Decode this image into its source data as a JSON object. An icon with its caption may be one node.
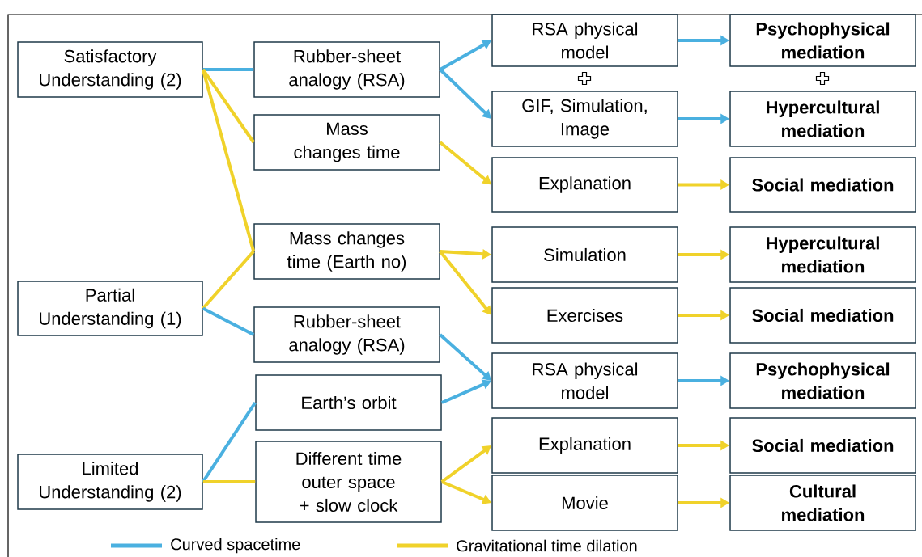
{
  "diagram": {
    "nodes": [
      {
        "text": [
          "Satisfactory Understanding (2)"
        ]
      },
      {
        "text": [
          "Partial Understanding (1)"
        ]
      },
      {
        "text": [
          "Limited Understanding (2)"
        ]
      },
      {
        "text": [
          "Rubber-sheet analogy (RSA)"
        ]
      },
      {
        "text": [
          "Mass changes time"
        ]
      },
      {
        "text": [
          "Mass changes time (Earth no)"
        ]
      },
      {
        "text": [
          "Rubber-sheet analogy (RSA)"
        ]
      },
      {
        "text": [
          "Earth’s orbit"
        ]
      },
      {
        "text": [
          "Different time outer space + slow clock"
        ]
      },
      {
        "text": [
          "RSA physical model"
        ]
      },
      {
        "text": [
          "GIF, Simulation, Image"
        ]
      },
      {
        "text": [
          "Explanation"
        ]
      },
      {
        "text": [
          "Simulation"
        ]
      },
      {
        "text": [
          "Exercises"
        ]
      },
      {
        "text": [
          "RSA physical model"
        ]
      },
      {
        "text": [
          "Explanation"
        ]
      },
      {
        "text": [
          "Movie"
        ]
      },
      {
        "text": [
          "Psychophysical mediation"
        ]
      },
      {
        "text": [
          "Hypercultural mediation"
        ]
      },
      {
        "text": [
          "Social mediation"
        ]
      },
      {
        "text": [
          "Hypercultural mediation"
        ]
      },
      {
        "text": [
          "Social mediation"
        ]
      },
      {
        "text": [
          "Psychophysical mediation"
        ]
      },
      {
        "text": [
          "Social mediation"
        ]
      },
      {
        "text": [
          "Cultural mediation"
        ]
      }
    ],
    "edges": [
      {
        "from": 0,
        "to": 3,
        "arrow": "none",
        "color": "#4ab0e0"
      },
      {
        "from": 0,
        "to": 4,
        "arrow": "none"
      },
      {
        "from": 0,
        "to": 5,
        "arrow": "none"
      },
      {
        "from": 3,
        "to": 9,
        "arrow": "to",
        "color": "#4ab0e0"
      },
      {
        "from": 3,
        "to": 10,
        "arrow": "to",
        "color": "#4ab0e0"
      },
      {
        "from": 4,
        "to": 11,
        "arrow": "to"
      },
      {
        "from": 1,
        "to": 5,
        "arrow": "none"
      },
      {
        "from": 1,
        "to": 6,
        "arrow": "none",
        "color": "#4ab0e0"
      },
      {
        "from": 5,
        "to": 12,
        "arrow": "to"
      },
      {
        "from": 5,
        "to": 13,
        "arrow": "to"
      },
      {
        "from": 6,
        "to": 14,
        "arrow": "to",
        "color": "#4ab0e0"
      },
      {
        "from": 7,
        "to": 14,
        "arrow": "to",
        "color": "#4ab0e0"
      },
      {
        "from": 2,
        "to": 7,
        "arrow": "none",
        "color": "#4ab0e0"
      },
      {
        "from": 2,
        "to": 8,
        "arrow": "none"
      },
      {
        "from": 8,
        "to": 15,
        "arrow": "to"
      },
      {
        "from": 8,
        "to": 16,
        "arrow": "to"
      },
      {
        "from": 9,
        "to": 17,
        "arrow": "to",
        "color": "#4ab0e0"
      },
      {
        "from": 10,
        "to": 18,
        "arrow": "to",
        "color": "#4ab0e0"
      },
      {
        "from": 11,
        "to": 19,
        "arrow": "to"
      },
      {
        "from": 12,
        "to": 20,
        "arrow": "to"
      },
      {
        "from": 13,
        "to": 21,
        "arrow": "to"
      },
      {
        "from": 14,
        "to": 22,
        "arrow": "to",
        "color": "#4ab0e0"
      },
      {
        "from": 15,
        "to": 23,
        "arrow": "to"
      },
      {
        "from": 16,
        "to": 24,
        "arrow": "to"
      }
    ],
    "legend": [
      {
        "text": "Curved spacetime",
        "color": "#4ab0e0"
      },
      {
        "text": "Gravitational time dilation",
        "color": "#f0d22a"
      }
    ]
  }
}
